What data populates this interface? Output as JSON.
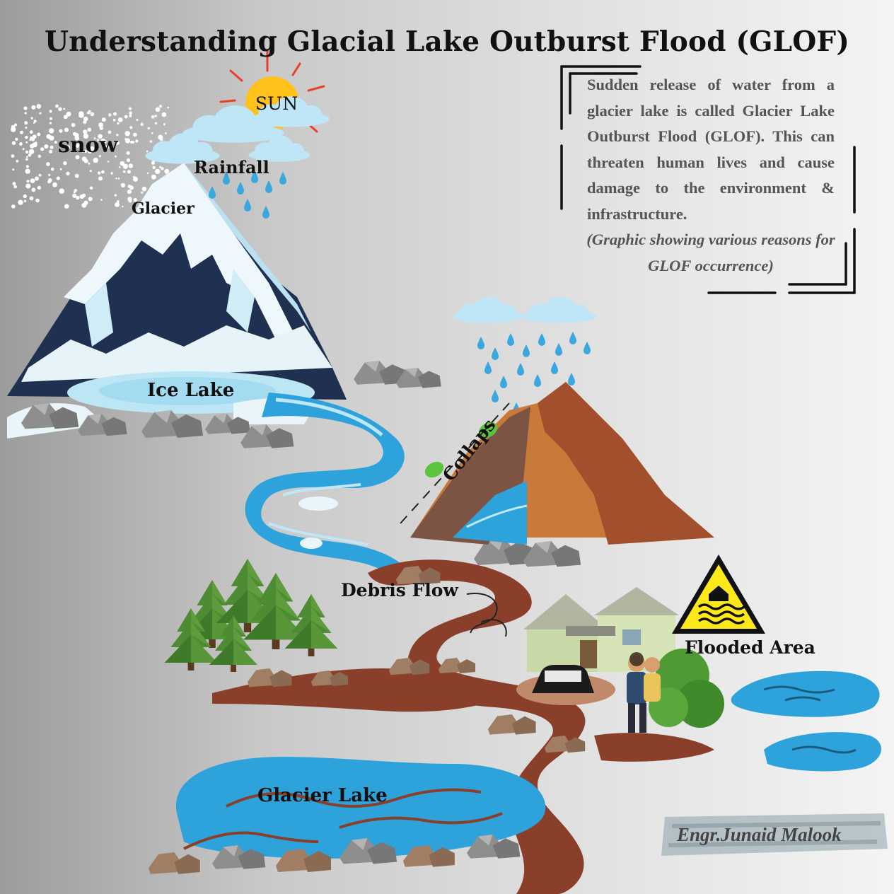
{
  "title": "Understanding Glacial Lake Outburst Flood (GLOF)",
  "description": "Sudden release of water from a glacier lake is called Glacier Lake Outburst Flood (GLOF). This can threaten human lives and cause damage to the environment & infrastructure.",
  "caption": "(Graphic showing various reasons for GLOF occurrence)",
  "labels": {
    "sun": "SUN",
    "snow": "snow",
    "rainfall": "Rainfall",
    "glacier": "Glacier",
    "ice_lake": "Ice Lake",
    "collapse": "Collaps",
    "debris_flow": "Debris Flow",
    "flooded_area": "Flooded Area",
    "glacier_lake": "Glacier Lake"
  },
  "credit": "Engr.Junaid Malook",
  "icons": [
    "sun-icon",
    "cloud-icon",
    "rain-drops-icon",
    "snowflakes-icon",
    "mountain-icon",
    "tree-icon",
    "house-icon",
    "car-icon",
    "people-icon",
    "flood-warning-icon",
    "rock-icon"
  ],
  "colors": {
    "water": "#2ea3db",
    "mud": "#8a3f2b",
    "mountain_dark": "#1f3050",
    "warning_yellow": "#ffe81a",
    "sun": "#ffc21a"
  }
}
